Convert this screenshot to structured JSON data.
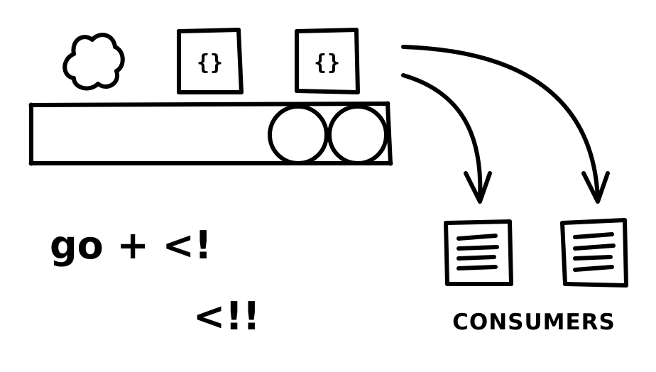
{
  "channel": {
    "item_marker": "{}",
    "item_count": 2,
    "buffered_count": 2
  },
  "code": {
    "line1": "go + <!",
    "line2": "<!!"
  },
  "consumers": {
    "label": "CONSUMERS",
    "count": 2
  },
  "colors": {
    "ink": "#000000",
    "background": "#ffffff"
  }
}
